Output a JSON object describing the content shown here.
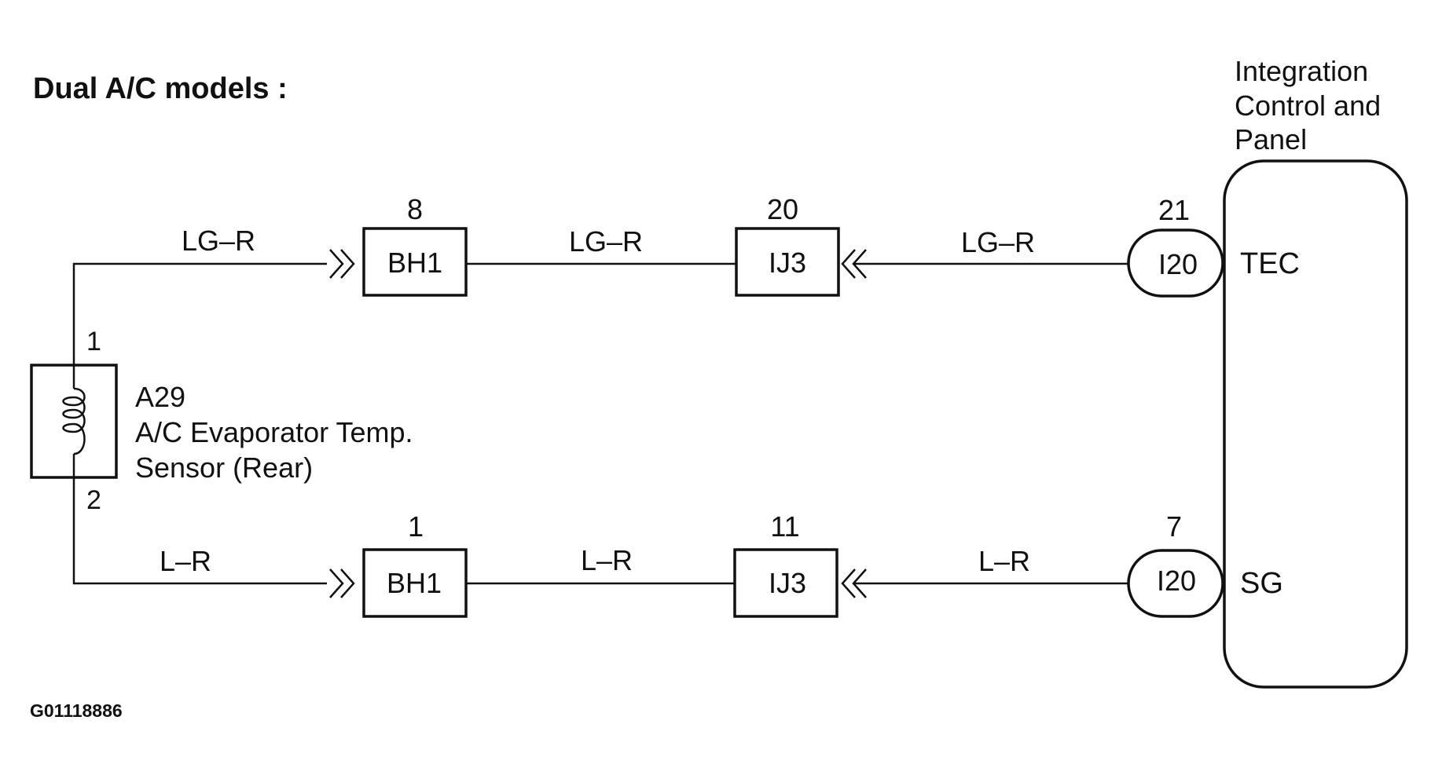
{
  "title": "Dual A/C models :",
  "figure_id": "G01118886",
  "ecu": {
    "name_lines": [
      "Integration",
      "Control and",
      "Panel"
    ],
    "terminal_top": "TEC",
    "terminal_bottom": "SG"
  },
  "sensor": {
    "code": "A29",
    "name_lines": [
      "A/C Evaporator Temp.",
      "Sensor (Rear)"
    ],
    "pin_top": "1",
    "pin_bottom": "2"
  },
  "circuit_top": {
    "wire_color": "LG–R",
    "connector_1": {
      "code": "BH1",
      "pin": "8"
    },
    "connector_2": {
      "code": "IJ3",
      "pin": "20"
    },
    "connector_ecu": {
      "code": "I20",
      "pin": "21"
    }
  },
  "circuit_bottom": {
    "wire_color": "L–R",
    "connector_1": {
      "code": "BH1",
      "pin": "1"
    },
    "connector_2": {
      "code": "IJ3",
      "pin": "11"
    },
    "connector_ecu": {
      "code": "I20",
      "pin": "7"
    }
  }
}
